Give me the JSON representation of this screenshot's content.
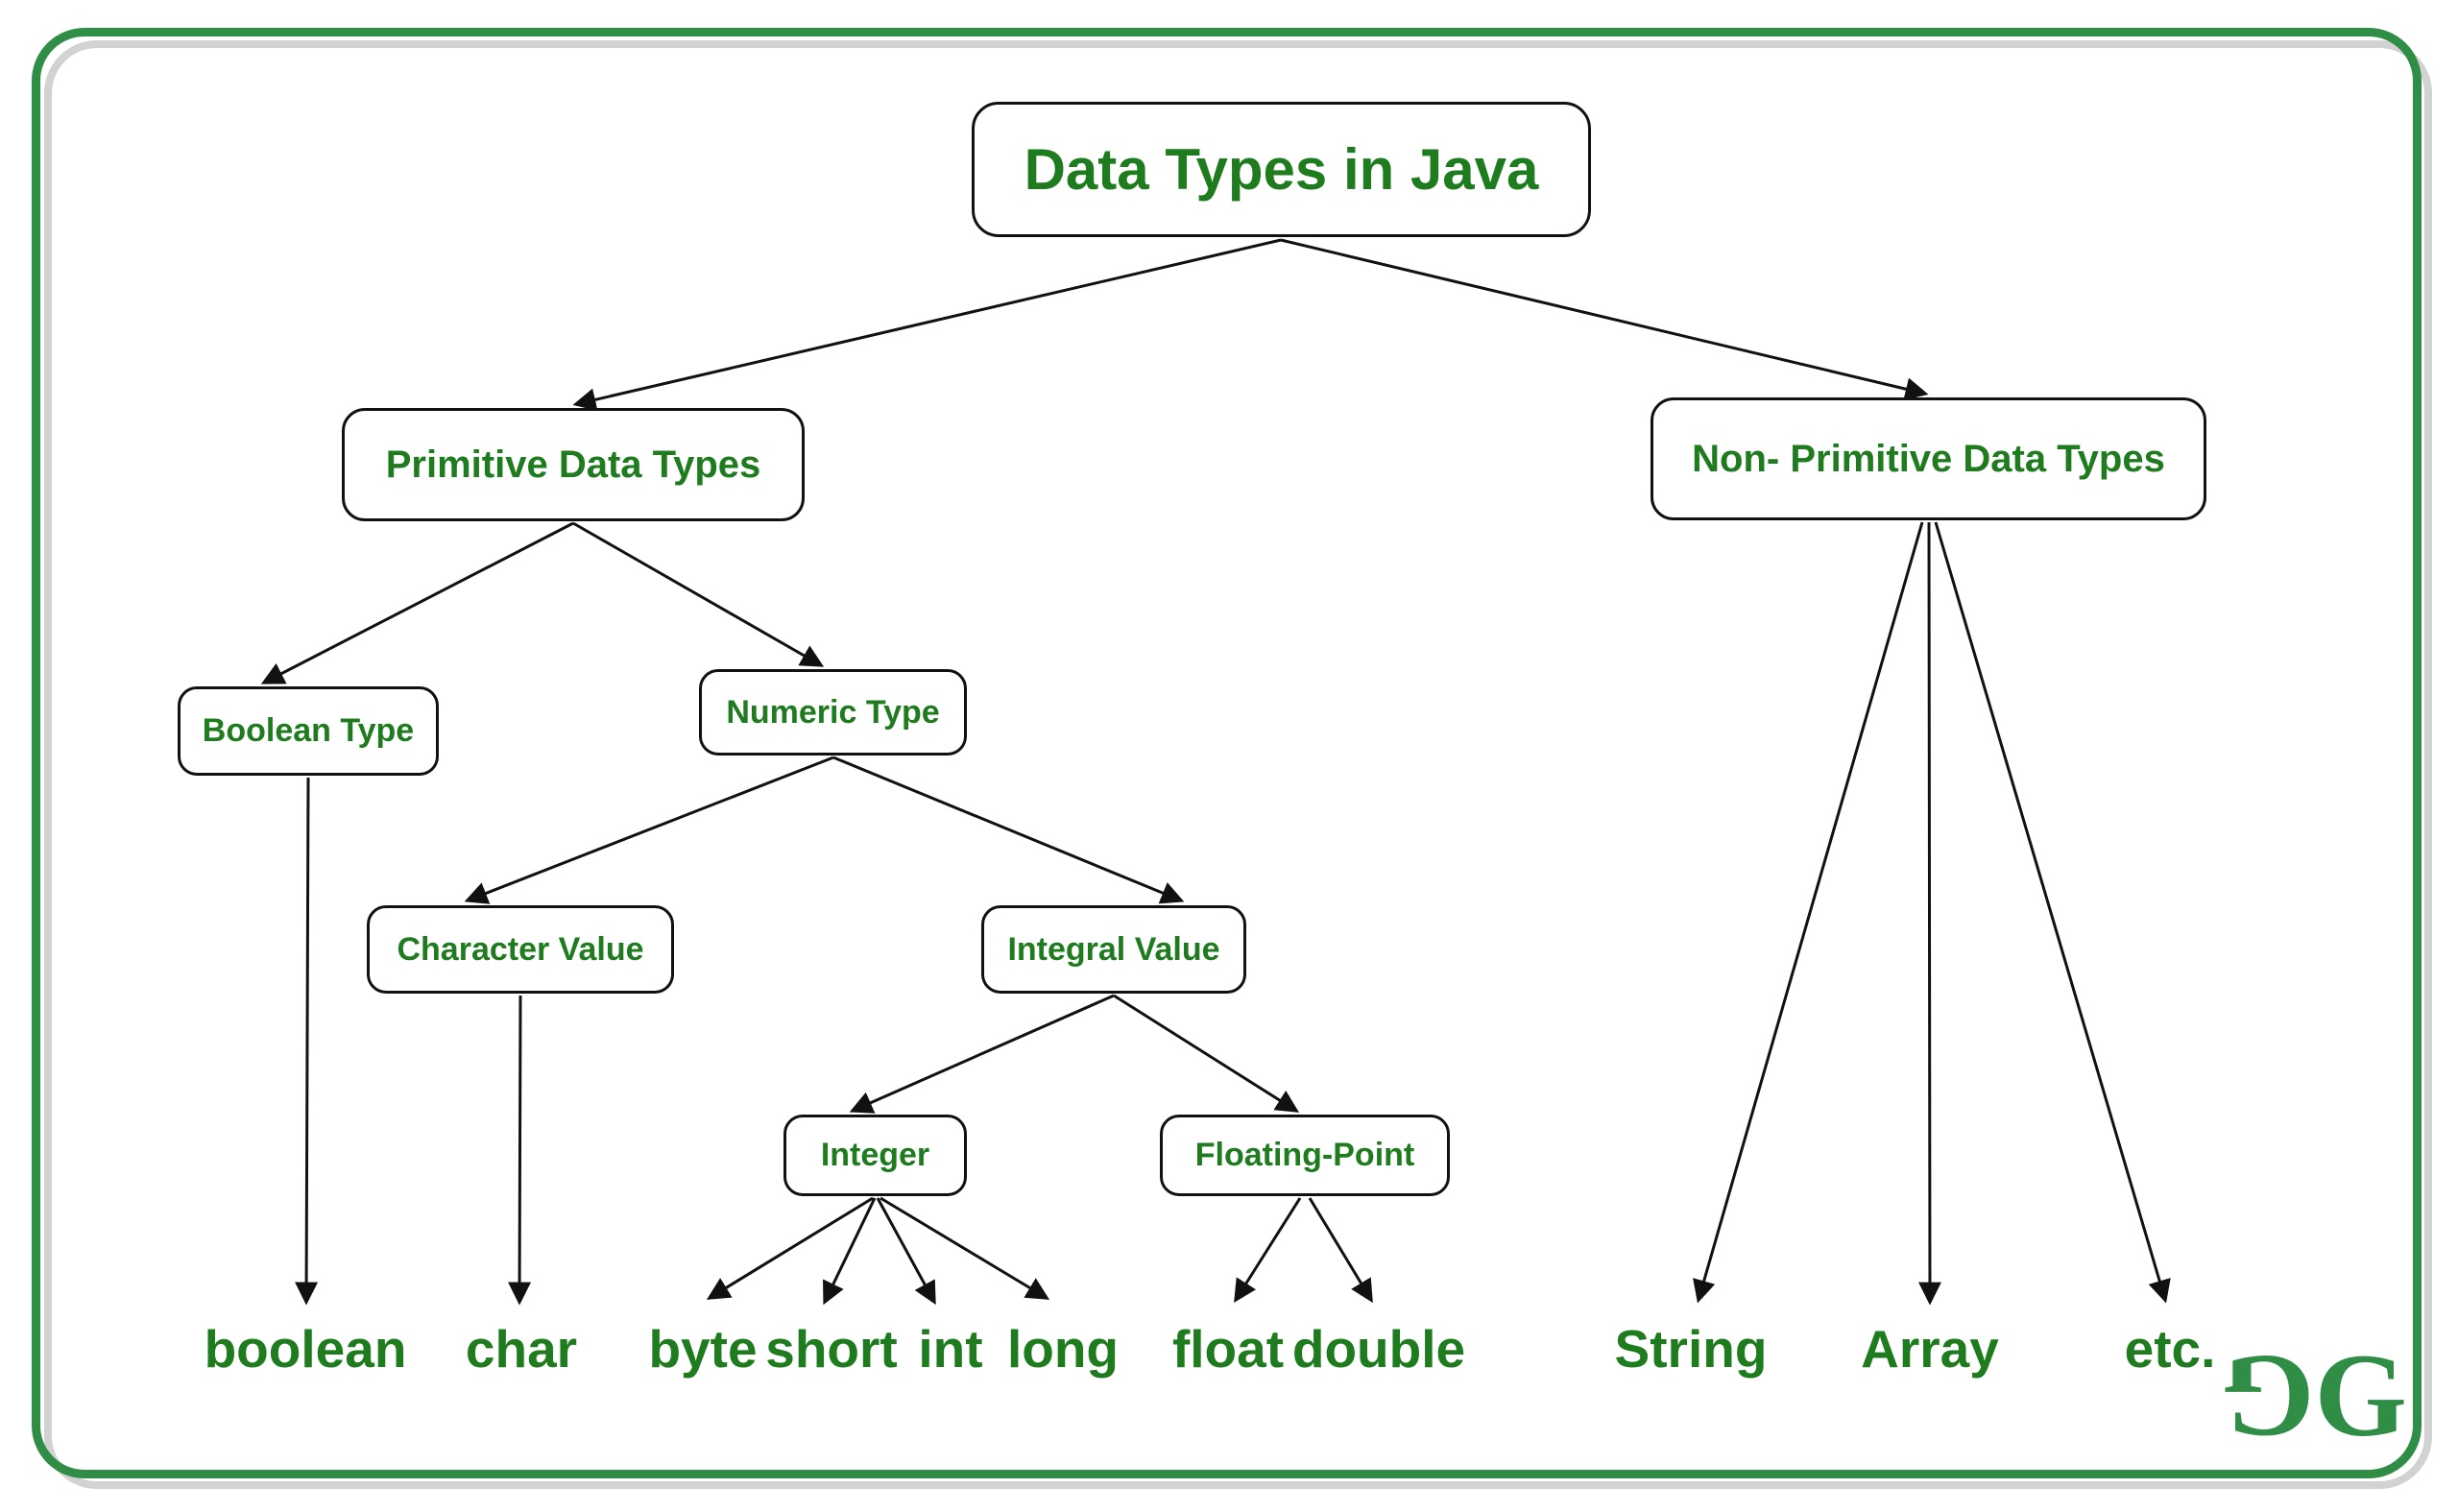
{
  "diagram": {
    "title": "Data Types in Java",
    "nodes": {
      "root": {
        "label": "Data Types in Java"
      },
      "primitive": {
        "label": "Primitive Data Types"
      },
      "non_primitive": {
        "label": "Non- Primitive Data Types"
      },
      "boolean_type": {
        "label": "Boolean Type"
      },
      "numeric_type": {
        "label": "Numeric Type"
      },
      "character_value": {
        "label": "Character Value"
      },
      "integral_value": {
        "label": "Integral Value"
      },
      "integer": {
        "label": "Integer"
      },
      "floating_point": {
        "label": "Floating-Point"
      },
      "boolean": {
        "label": "boolean"
      },
      "char": {
        "label": "char"
      },
      "byte": {
        "label": "byte"
      },
      "short": {
        "label": "short"
      },
      "int": {
        "label": "int"
      },
      "long": {
        "label": "long"
      },
      "float": {
        "label": "float"
      },
      "double": {
        "label": "double"
      },
      "string": {
        "label": "String"
      },
      "array": {
        "label": "Array"
      },
      "etc": {
        "label": "etc."
      }
    },
    "hierarchy": {
      "Data Types in Java": [
        "Primitive Data Types",
        "Non- Primitive Data Types"
      ],
      "Primitive Data Types": [
        "Boolean Type",
        "Numeric Type"
      ],
      "Boolean Type": [
        "boolean"
      ],
      "Numeric Type": [
        "Character Value",
        "Integral Value"
      ],
      "Character Value": [
        "char"
      ],
      "Integral Value": [
        "Integer",
        "Floating-Point"
      ],
      "Integer": [
        "byte",
        "short",
        "int",
        "long"
      ],
      "Floating-Point": [
        "float",
        "double"
      ],
      "Non- Primitive Data Types": [
        "String",
        "Array",
        "etc."
      ]
    },
    "logo": {
      "g1": "G",
      "g2": "G"
    },
    "colors": {
      "text_green": "#1e7b1e",
      "logo_green": "#2f8d46",
      "frame_green": "#2f8d46",
      "frame_shadow_grey": "#d2d2d2",
      "line_black": "#111111",
      "background": "#ffffff"
    }
  }
}
